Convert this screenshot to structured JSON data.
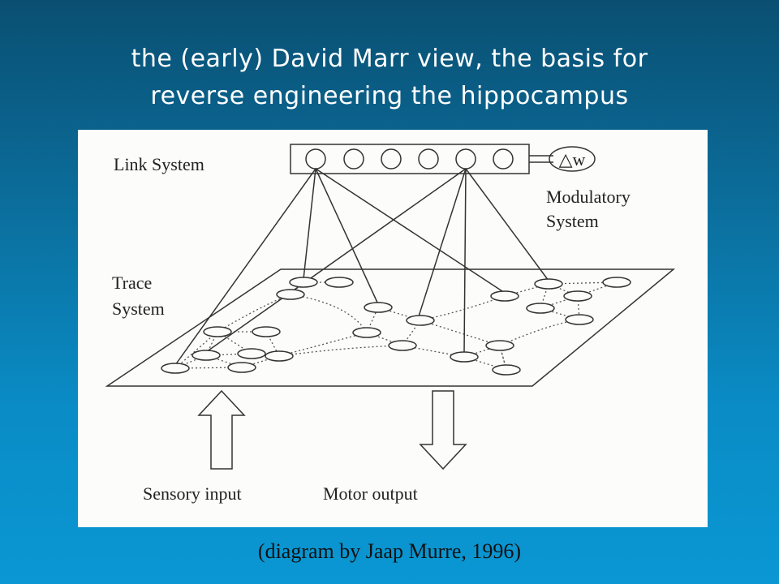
{
  "slide": {
    "title_line1": "the (early) David Marr view, the basis for",
    "title_line2": "reverse engineering the hippocampus",
    "caption": "(diagram by Jaap Murre, 1996)"
  },
  "diagram": {
    "labels": {
      "link_system": "Link System",
      "modulatory_line1": "Modulatory",
      "modulatory_line2": "System",
      "delta_w": "△w",
      "trace_line1": "Trace",
      "trace_line2": "System",
      "sensory": "Sensory input",
      "motor": "Motor output"
    }
  }
}
